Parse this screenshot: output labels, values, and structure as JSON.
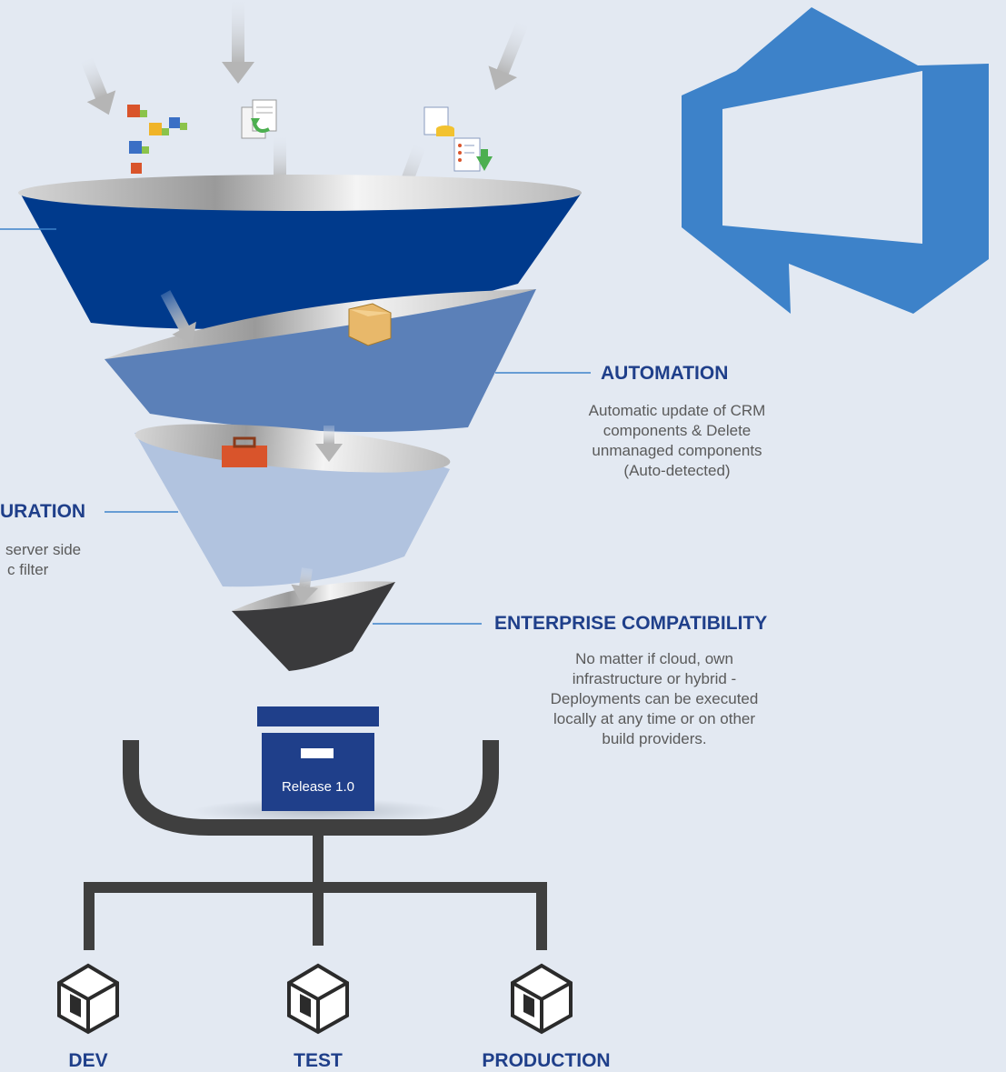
{
  "automation": {
    "title": "AUTOMATION",
    "lines": [
      "Automatic update of CRM",
      "components & Delete",
      "unmanaged components",
      "(Auto-detected)"
    ]
  },
  "configuration": {
    "title": "URATION",
    "lines": [
      "server side",
      "c filter"
    ]
  },
  "enterprise": {
    "title": "ENTERPRISE COMPATIBILITY",
    "lines": [
      "No matter if cloud, own",
      "infrastructure or hybrid -",
      "Deployments can be executed",
      "locally at any time or on other",
      "build providers."
    ]
  },
  "release": {
    "label": "Release 1.0"
  },
  "environments": [
    {
      "label": "DEV"
    },
    {
      "label": "TEST"
    },
    {
      "label": "PRODUCTION"
    }
  ],
  "colors": {
    "background": "#e3e9f2",
    "funnel_dark_blue": "#003a8c",
    "funnel_mid_blue": "#5b80b8",
    "funnel_light_blue": "#b1c3df",
    "funnel_charcoal": "#3a3a3c",
    "azure_logo": "#3d82c9",
    "accent_text": "#1f3f8a",
    "pipe": "#3f3f3f"
  },
  "icons": [
    "package-add-icon",
    "document-refresh-icon",
    "database-list-icon",
    "product-box-icon",
    "briefcase-icon",
    "azure-devops-logo",
    "dynamics-box-icon"
  ]
}
